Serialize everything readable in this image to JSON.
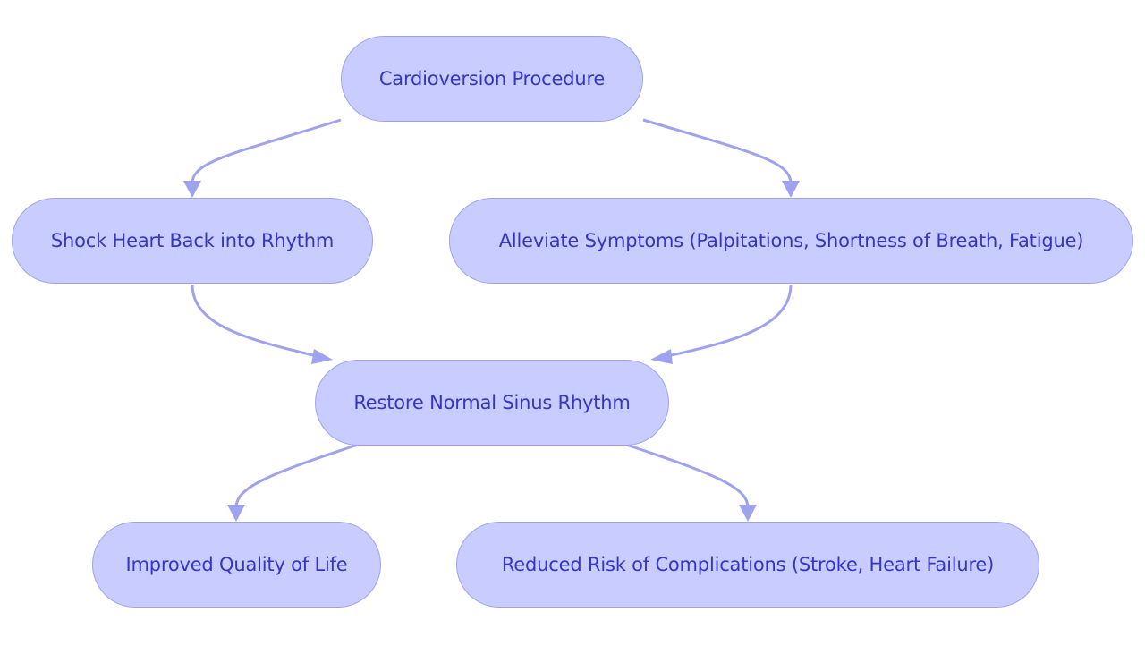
{
  "diagram": {
    "type": "flowchart",
    "colors": {
      "node_fill": "#c8ccfe",
      "node_border": "#9fa3ee",
      "node_text": "#3535c6",
      "edge": "#9ea2ef",
      "background": "#ffffff"
    },
    "nodes": {
      "cardioversion": "Cardioversion Procedure",
      "shock": "Shock Heart Back into Rhythm",
      "alleviate": "Alleviate Symptoms (Palpitations, Shortness of Breath, Fatigue)",
      "restore": "Restore Normal Sinus Rhythm",
      "quality": "Improved Quality of Life",
      "reduced_risk": "Reduced Risk of Complications (Stroke, Heart Failure)"
    },
    "edges": [
      {
        "from": "cardioversion",
        "to": "shock"
      },
      {
        "from": "cardioversion",
        "to": "alleviate"
      },
      {
        "from": "shock",
        "to": "restore"
      },
      {
        "from": "alleviate",
        "to": "restore"
      },
      {
        "from": "restore",
        "to": "quality"
      },
      {
        "from": "restore",
        "to": "reduced_risk"
      }
    ]
  }
}
